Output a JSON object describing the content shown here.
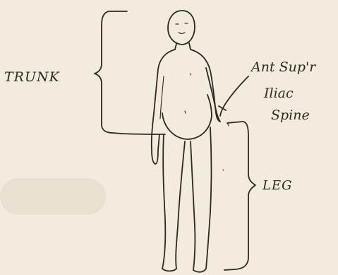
{
  "labels": {
    "trunk": "TRUNK",
    "leg": "LEG",
    "asis_line1": "Ant Sup'r",
    "asis_line2": "Iliac",
    "asis_line3": "Spine"
  }
}
